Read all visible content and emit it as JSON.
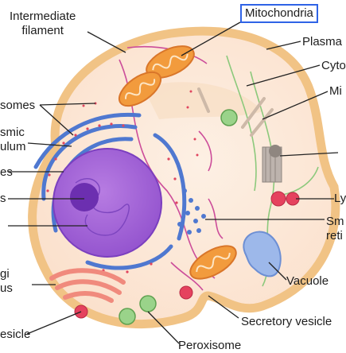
{
  "labels": {
    "intermediate_filament": "Intermediate\nfilament",
    "mitochondria_highlighted": "Mitochondria",
    "plasma": "Plasma",
    "cyto": "Cyto",
    "mi": "Mi",
    "somes": "somes",
    "smic_ulum": "smic\nulum",
    "es": "es",
    "s": "s",
    "ly": "Ly",
    "sm_reti": "Sm\nreti",
    "vacuole": "Vacuole",
    "gi_us": "gi\nus",
    "secretory_vesicle": "Secretory vesicle",
    "esicle": "esicle",
    "peroxisome": "Peroxisome"
  },
  "colors": {
    "cytoplasm": "#fbe3cf",
    "membrane": "#f3c98c",
    "nucleus": "#a86ad8",
    "nucleolus": "#6c2fb0",
    "er": "#4f78d0",
    "mitochondria": "#f29b3d",
    "golgi": "#f08a7d",
    "lysosome": "#e5425e",
    "peroxisome": "#9ad38a",
    "vacuole": "#9db8ea",
    "filament": "#cc4d9a",
    "highlight_box": "#2f63e6"
  }
}
